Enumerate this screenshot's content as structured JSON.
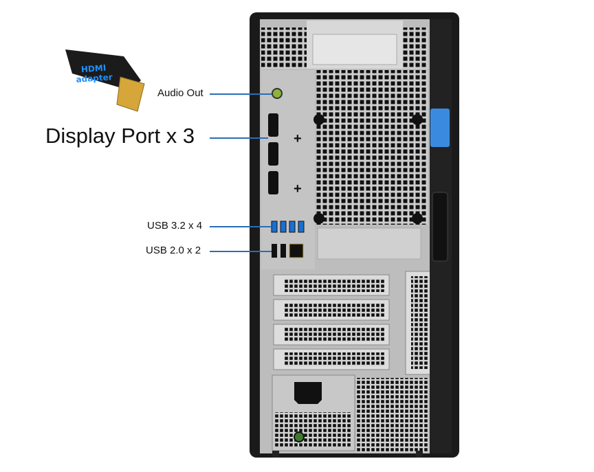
{
  "adapter": {
    "line1": "HDMI",
    "line2": "adapter"
  },
  "labels": {
    "audio_out": "Audio Out",
    "display_port": "Display Port x 3",
    "usb32": "USB 3.2 x 4",
    "usb20": "USB 2.0 x 2"
  },
  "colors": {
    "callout_line": "#2a6db5",
    "usb3_blue": "#1a6fd1",
    "latch_blue": "#3a8be0",
    "audio_green": "#8bb43a"
  }
}
